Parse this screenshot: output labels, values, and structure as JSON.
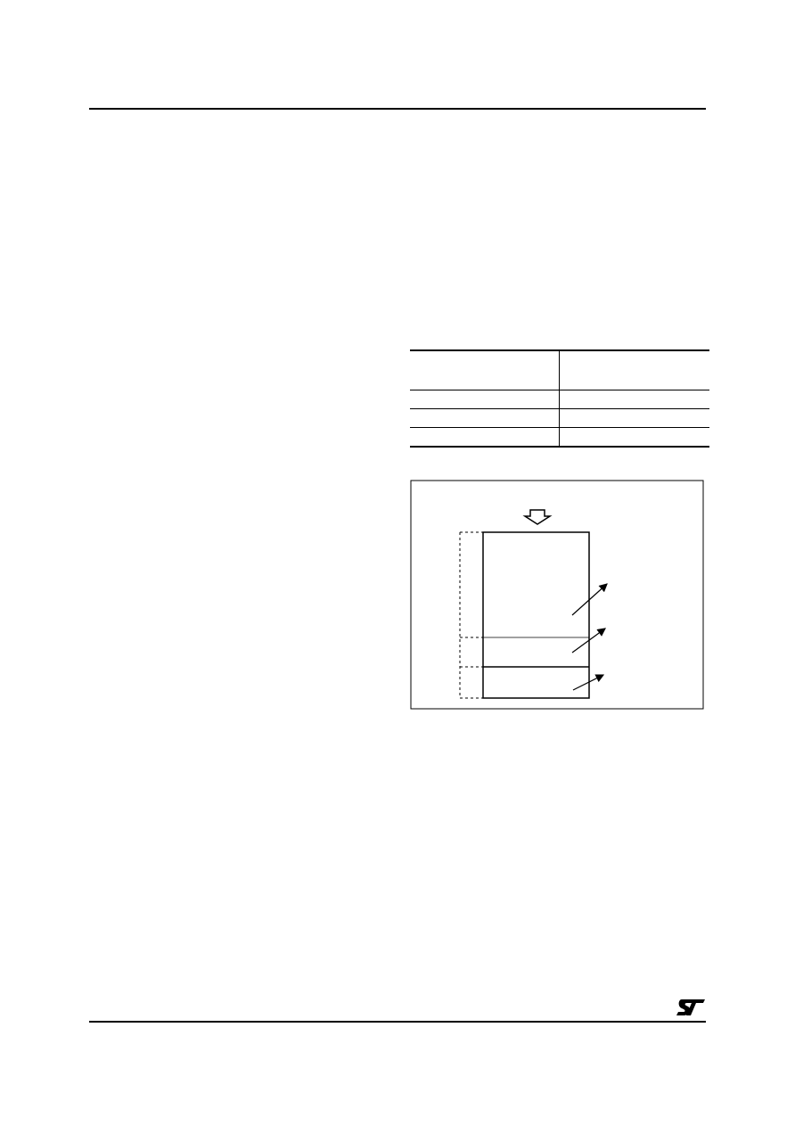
{
  "page": {
    "header_rule": "",
    "footer_rule": ""
  },
  "table": {
    "header": [
      "",
      ""
    ],
    "rows": [
      [
        "",
        ""
      ],
      [
        "",
        ""
      ],
      [
        "",
        ""
      ]
    ]
  },
  "figure": {
    "blocks": [
      {
        "id": "upper-region"
      },
      {
        "id": "middle-region"
      },
      {
        "id": "lower-region"
      }
    ]
  },
  "footer": {
    "logo": "ST"
  }
}
